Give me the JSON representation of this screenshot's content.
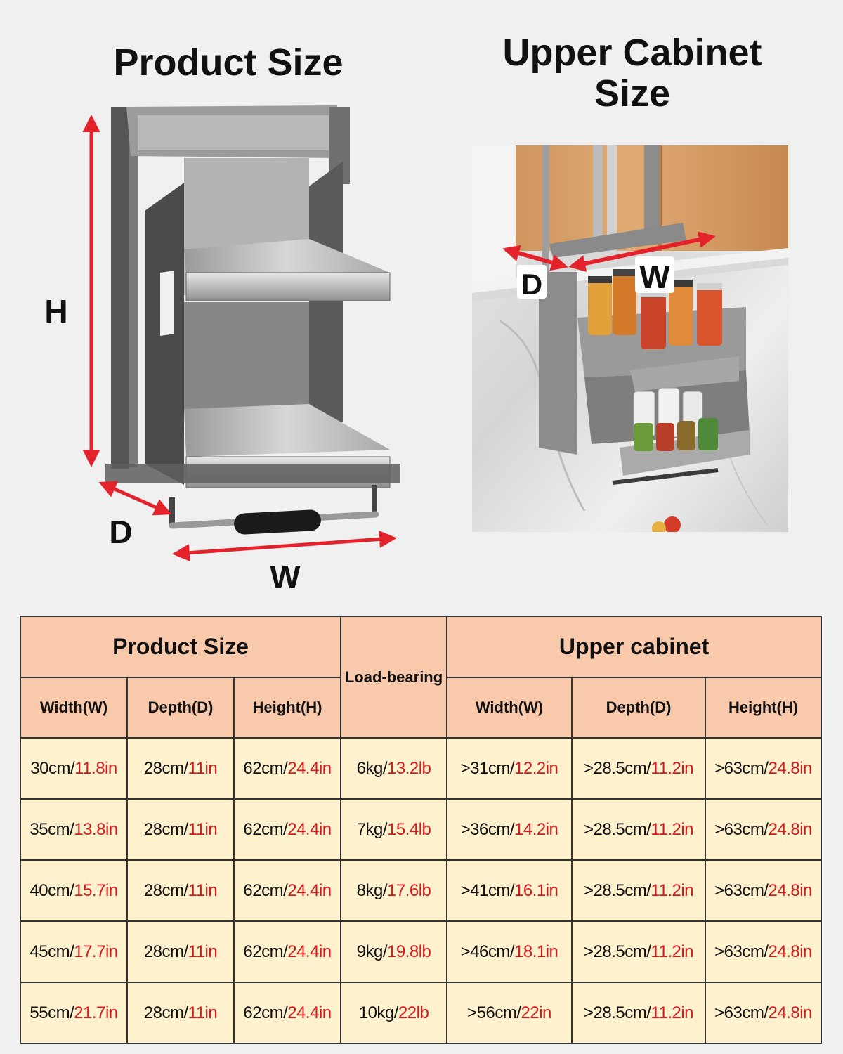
{
  "headings": {
    "left": "Product Size",
    "right": "Upper Cabinet Size"
  },
  "dimension_labels": {
    "height": "H",
    "depth": "D",
    "width": "W"
  },
  "colors": {
    "arrow": "#e3222b",
    "header_bg": "#f8c9ab",
    "cell_bg": "#fdf2cd",
    "imperial_text": "#d8191b"
  },
  "table": {
    "group_headers": {
      "product": "Product Size",
      "load": "Load-bearing",
      "cabinet": "Upper cabinet"
    },
    "sub_headers": [
      "Width(W)",
      "Depth(D)",
      "Height(H)",
      "Width(W)",
      "Depth(D)",
      "Height(H)"
    ],
    "rows": [
      [
        {
          "metric": "30cm/",
          "imperial": "11.8in"
        },
        {
          "metric": "28cm/",
          "imperial": "11in"
        },
        {
          "metric": "62cm/",
          "imperial": "24.4in"
        },
        {
          "metric": "6kg/",
          "imperial": "13.2lb"
        },
        {
          "metric": ">31cm/",
          "imperial": "12.2in"
        },
        {
          "metric": ">28.5cm/",
          "imperial": "11.2in"
        },
        {
          "metric": ">63cm/",
          "imperial": "24.8in"
        }
      ],
      [
        {
          "metric": "35cm/",
          "imperial": "13.8in"
        },
        {
          "metric": "28cm/",
          "imperial": "11in"
        },
        {
          "metric": "62cm/",
          "imperial": "24.4in"
        },
        {
          "metric": "7kg/",
          "imperial": "15.4lb"
        },
        {
          "metric": ">36cm/",
          "imperial": "14.2in"
        },
        {
          "metric": ">28.5cm/",
          "imperial": "11.2in"
        },
        {
          "metric": ">63cm/",
          "imperial": "24.8in"
        }
      ],
      [
        {
          "metric": "40cm/",
          "imperial": "15.7in"
        },
        {
          "metric": "28cm/",
          "imperial": "11in"
        },
        {
          "metric": "62cm/",
          "imperial": "24.4in"
        },
        {
          "metric": "8kg/",
          "imperial": "17.6lb"
        },
        {
          "metric": ">41cm/",
          "imperial": "16.1in"
        },
        {
          "metric": ">28.5cm/",
          "imperial": "11.2in"
        },
        {
          "metric": ">63cm/",
          "imperial": "24.8in"
        }
      ],
      [
        {
          "metric": "45cm/",
          "imperial": "17.7in"
        },
        {
          "metric": "28cm/",
          "imperial": "11in"
        },
        {
          "metric": "62cm/",
          "imperial": "24.4in"
        },
        {
          "metric": "9kg/",
          "imperial": "19.8lb"
        },
        {
          "metric": ">46cm/",
          "imperial": "18.1in"
        },
        {
          "metric": ">28.5cm/",
          "imperial": "11.2in"
        },
        {
          "metric": ">63cm/",
          "imperial": "24.8in"
        }
      ],
      [
        {
          "metric": "55cm/",
          "imperial": "21.7in"
        },
        {
          "metric": "28cm/",
          "imperial": "11in"
        },
        {
          "metric": "62cm/",
          "imperial": "24.4in"
        },
        {
          "metric": "10kg/",
          "imperial": "22lb"
        },
        {
          "metric": ">56cm/",
          "imperial": "22in"
        },
        {
          "metric": ">28.5cm/",
          "imperial": "11.2in"
        },
        {
          "metric": ">63cm/",
          "imperial": "24.8in"
        }
      ]
    ]
  }
}
